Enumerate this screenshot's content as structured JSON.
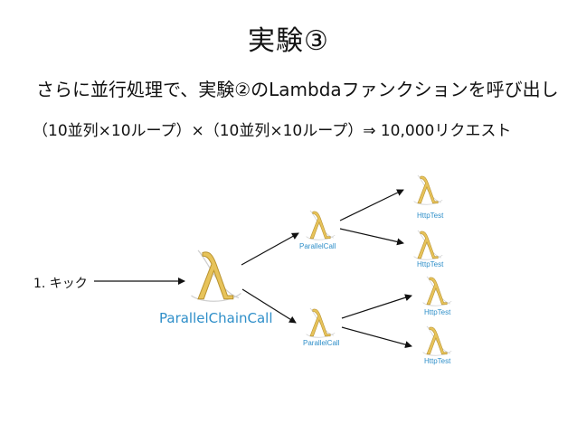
{
  "slide": {
    "title": "実験③",
    "line1": "さらに並行処理で、実験②のLambdaファンクションを呼び出し",
    "line2": "（10並列×10ループ）×（10並列×10ループ）⇒ 10,000リクエスト"
  },
  "diagram": {
    "kick_label": "1. キック",
    "main_label": "ParallelChainCall",
    "parallel_labels": [
      "ParallelCall",
      "ParallelCall"
    ],
    "http_labels": [
      "HttpTest",
      "HttpTest",
      "HttpTest",
      "HttpTest"
    ],
    "label_color": "#2f8fc9",
    "icon_color": "#e7c35a",
    "icon_name": "lambda-icon"
  }
}
